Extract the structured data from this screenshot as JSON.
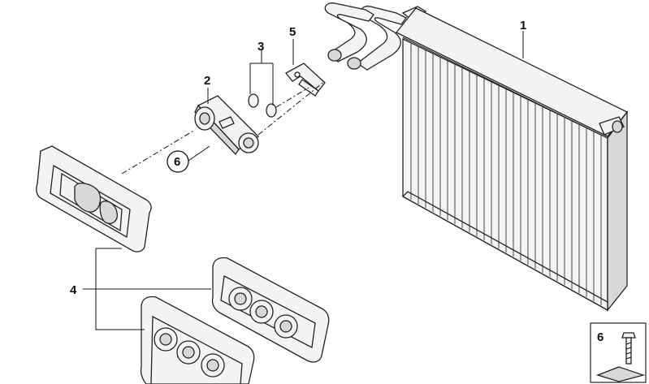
{
  "callouts": {
    "evaporator": "1",
    "expansion_valve": "2",
    "o_rings": "3",
    "grommets": "4",
    "bracket": "5",
    "screw_circled": "6",
    "screw_box": "6"
  }
}
